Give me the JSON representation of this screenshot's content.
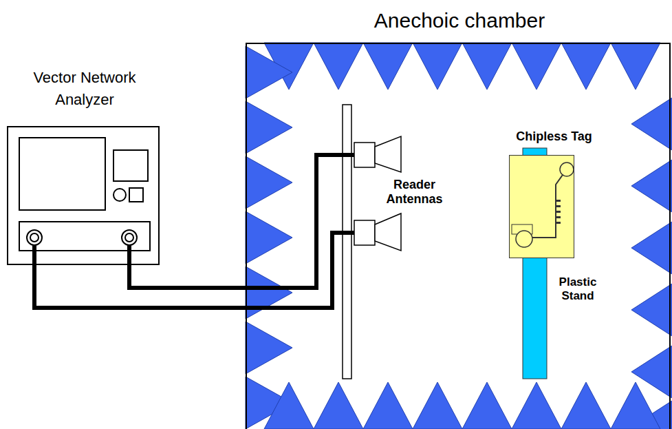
{
  "diagram": {
    "nodes": [
      {
        "text": [
          "Anechoic chamber"
        ]
      },
      {
        "text": [
          "Vector Network Analyzer"
        ]
      },
      {
        "text": [
          "Reader Antennas"
        ],
        "in": 0
      },
      {
        "text": [
          "Chipless Tag"
        ],
        "in": 0
      }
    ],
    "edges": [
      {
        "from": 1,
        "to": 2,
        "arrow": "none"
      },
      {
        "from": 1,
        "to": 2,
        "arrow": "none"
      }
    ],
    "labels": [
      "Plastic Stand"
    ]
  }
}
